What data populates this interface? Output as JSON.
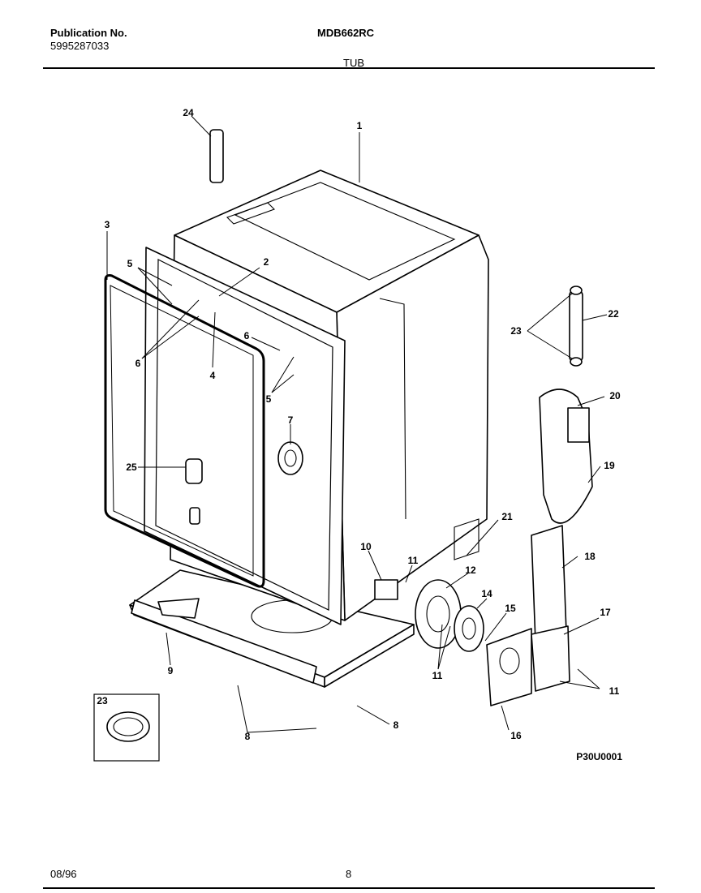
{
  "header": {
    "publication_label": "Publication No.",
    "publication_number": "5995287033",
    "model": "MDB662RC",
    "section_title": "TUB"
  },
  "diagram": {
    "drawing_code": "P30U0001",
    "callouts": [
      "1",
      "2",
      "3",
      "4",
      "5",
      "5",
      "6",
      "6",
      "7",
      "8",
      "8",
      "8",
      "9",
      "10",
      "11",
      "11",
      "11",
      "12",
      "14",
      "15",
      "16",
      "17",
      "18",
      "19",
      "20",
      "21",
      "22",
      "23",
      "23",
      "24",
      "25"
    ]
  },
  "footer": {
    "date": "08/96",
    "page": "8"
  }
}
